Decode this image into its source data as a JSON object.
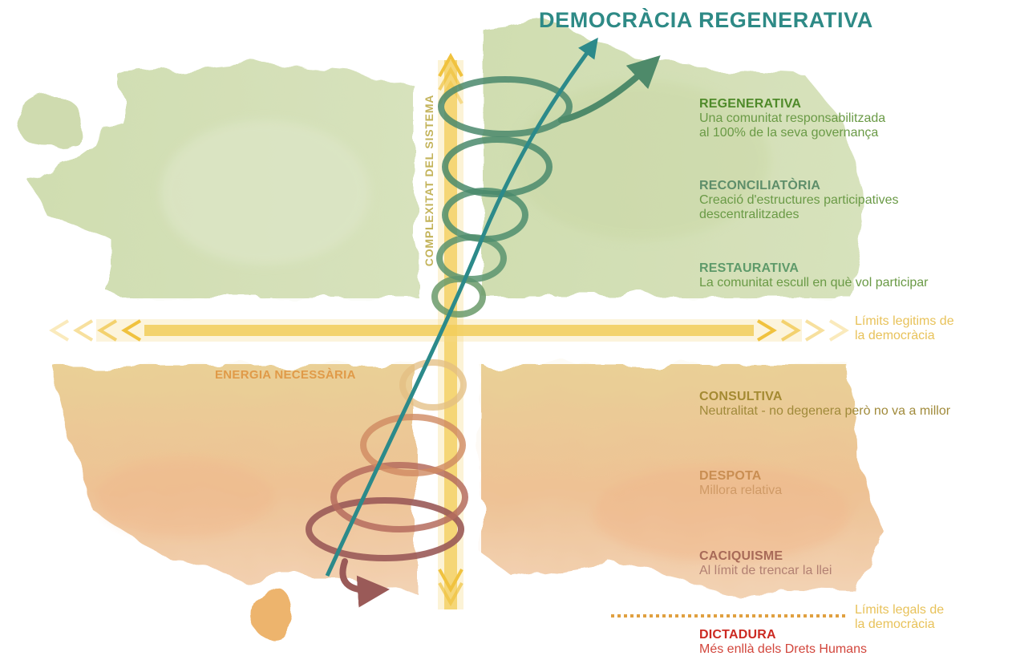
{
  "title": "DEMOCRÀCIA REGENERATIVA",
  "axes": {
    "vertical": "COMPLEXITAT DEL SISTEMA",
    "energy": "ENERGIA NECESSÀRIA"
  },
  "limits": {
    "legitimate": {
      "line1": "Límits legitims de",
      "line2": "la democràcia",
      "color": "#e8c25a"
    },
    "legal": {
      "line1": "Límits legals de",
      "line2": "la democràcia",
      "color": "#e8c25a"
    }
  },
  "levels": [
    {
      "title": "REGENERATIVA",
      "line1": "Una comunitat responsabilitzada",
      "line2": "al 100% de la seva governança",
      "title_color": "#4f8a2a",
      "text_color": "#6a9a46"
    },
    {
      "title": "RECONCILIATÒRIA",
      "line1": "Creació d'estructures participatives",
      "line2": "descentralitzades",
      "title_color": "#5e8e6a",
      "text_color": "#6a9a46"
    },
    {
      "title": "RESTAURATIVA",
      "line1": "La comunitat escull en què vol participar",
      "line2": "",
      "title_color": "#5e9a6a",
      "text_color": "#6a9a46"
    },
    {
      "title": "CONSULTIVA",
      "line1": "Neutralitat -  no degenera però no va a millor",
      "line2": "",
      "title_color": "#a48a32",
      "text_color": "#a08a3a"
    },
    {
      "title": "DESPOTA",
      "line1": "Millora relativa",
      "line2": "",
      "title_color": "#c98e52",
      "text_color": "#cf9a66"
    },
    {
      "title": "CACIQUISME",
      "line1": "Al límit de trencar la llei",
      "line2": "",
      "title_color": "#a86a58",
      "text_color": "#b28072"
    },
    {
      "title": "DICTADURA",
      "line1": "Més enllà dels Drets Humans",
      "line2": "",
      "title_color": "#cc2a22",
      "text_color": "#d2463c"
    }
  ],
  "colors": {
    "green_wash": "#c2d39a",
    "orange_wash": "#e9bf7d",
    "axis_yellow": "#f1c847",
    "arrow_teal": "#2c8a8a"
  }
}
